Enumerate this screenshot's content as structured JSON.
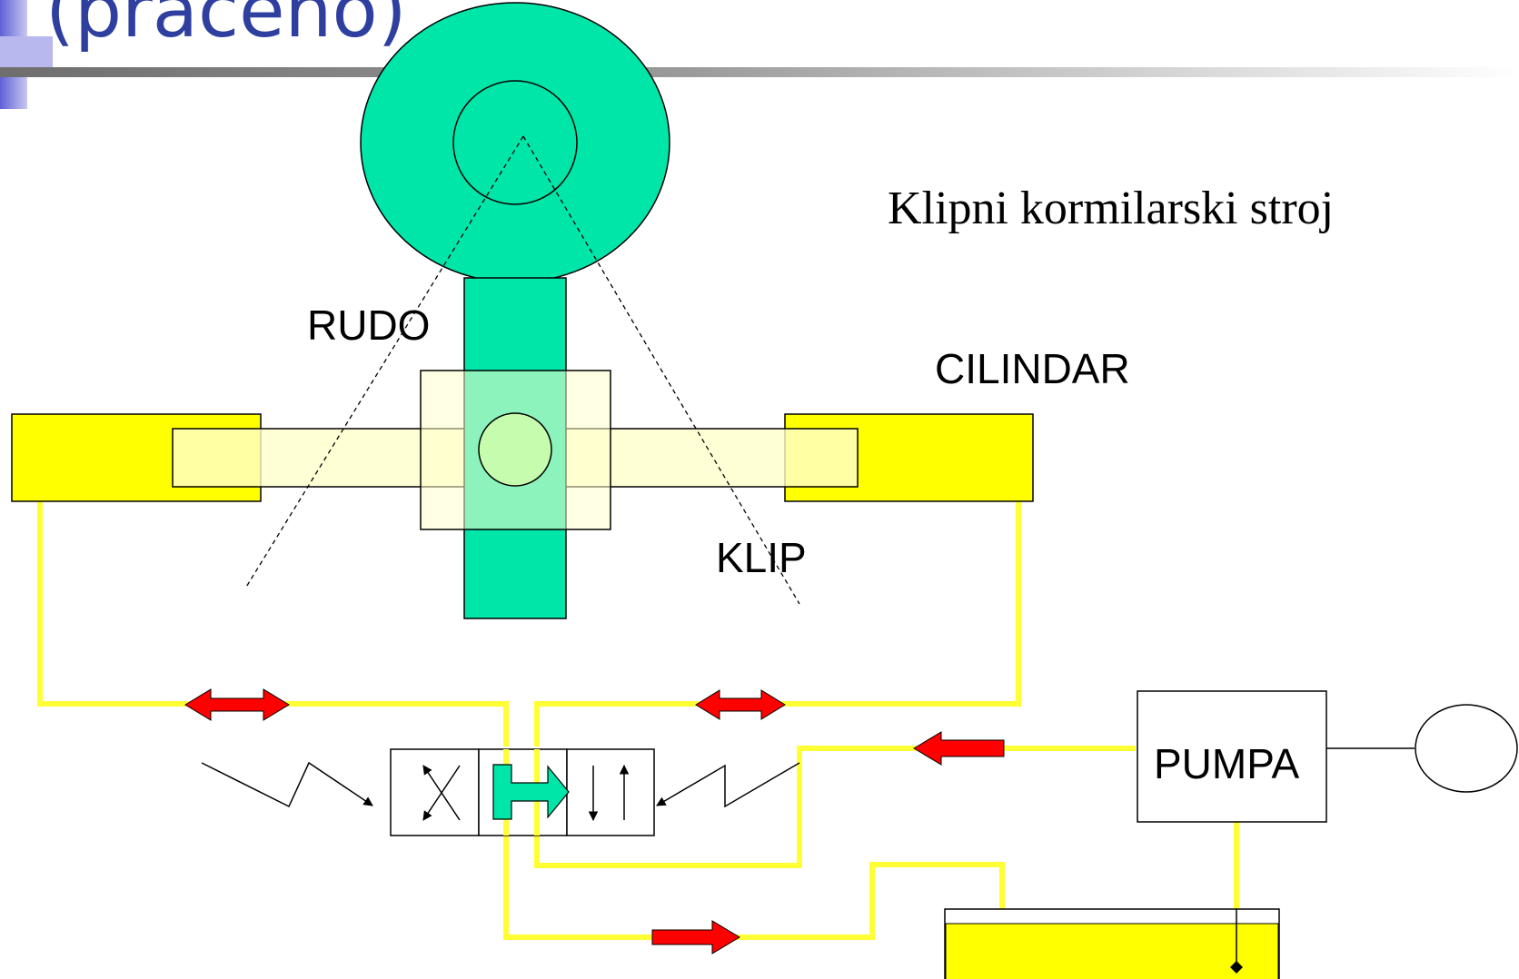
{
  "slide": {
    "title_partial": "(praćeno)"
  },
  "diagram": {
    "title": "Klipni kormilarski stroj",
    "labels": {
      "rudo": "RUDO",
      "cilindar": "CILINDAR",
      "klip": "KLIP",
      "pumpa": "PUMPA"
    }
  },
  "colors": {
    "rudder": "#00E5A8",
    "cylinder": "#FFFF00",
    "piston": "#FFFFCC",
    "pipe": "#FFFF33",
    "flow_arrow": "#FF0000",
    "valve_arrow": "#00E5A8",
    "tank": "#FFFF00",
    "title_bar": "#7F7F7F",
    "slide_accent": "#8080E0"
  }
}
